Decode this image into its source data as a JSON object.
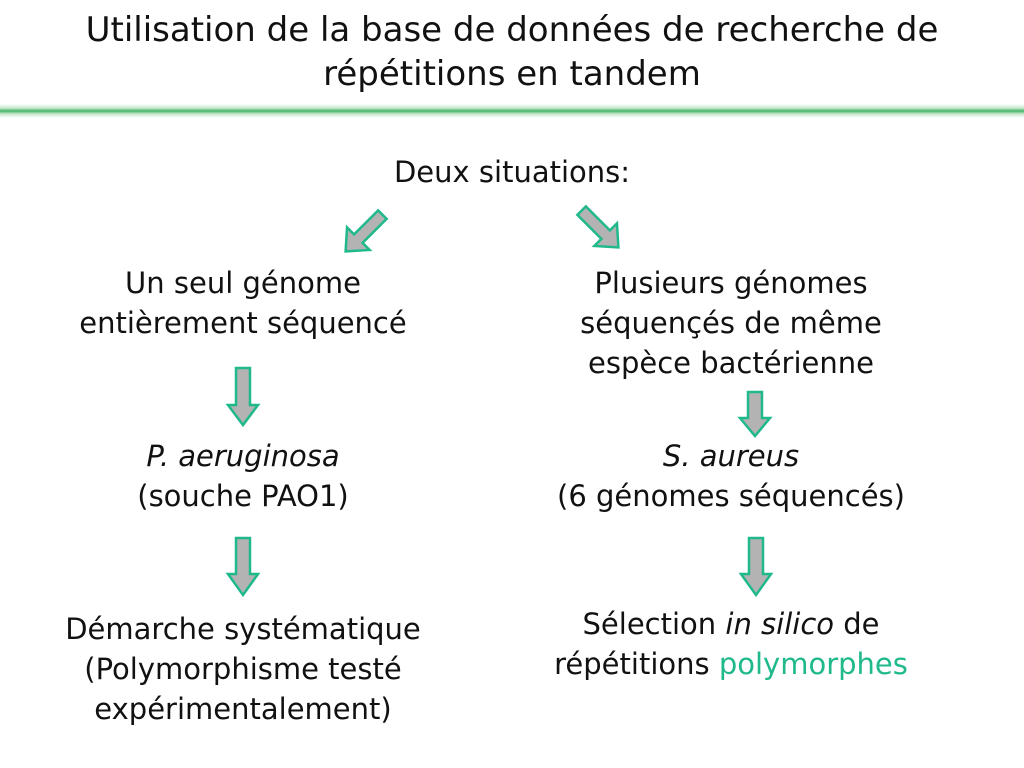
{
  "title": {
    "line1": "Utilisation de la base de données de recherche de",
    "line2": "répétitions en tandem"
  },
  "intro": "Deux situations:",
  "left": {
    "heading_line1": "Un seul génome",
    "heading_line2": "entièrement séquencé",
    "species": "P. aeruginosa",
    "strain": "(souche PAO1)",
    "result_line1": "Démarche systématique",
    "result_line2": "(Polymorphisme testé",
    "result_line3": "expérimentalement)"
  },
  "right": {
    "heading_line1": "Plusieurs génomes",
    "heading_line2": "séquençés de même",
    "heading_line3": "espèce bactérienne",
    "species": "S. aureus",
    "strain": "(6 génomes séquencés)",
    "result_part1": "Sélection ",
    "result_italic": "in silico",
    "result_part2": " de",
    "result_part3": "répétitions ",
    "result_highlight": "polymorphes"
  },
  "colors": {
    "accent": "#1fb98c",
    "arrow_fill": "#b3b3b3",
    "title_rule": "#46b46a"
  },
  "icons": {
    "arrow_left": "down-left-arrow-icon",
    "arrow_right": "down-right-arrow-icon",
    "arrow_down": "down-arrow-icon"
  }
}
